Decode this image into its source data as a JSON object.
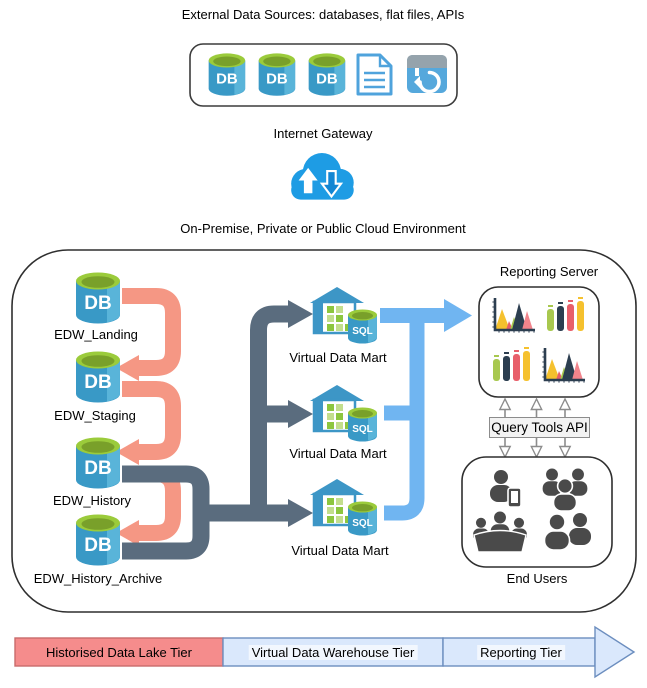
{
  "header": {
    "external_sources_title": "External Data Sources: databases, flat files, APIs",
    "gateway_label": "Internet Gateway",
    "environment_label": "On-Premise, Private or Public Cloud Environment"
  },
  "external_sources": {
    "db_icon_text": "DB"
  },
  "edw_databases": [
    {
      "label": "EDW_Landing",
      "icon_text": "DB"
    },
    {
      "label": "EDW_Staging",
      "icon_text": "DB"
    },
    {
      "label": "EDW_History",
      "icon_text": "DB"
    },
    {
      "label": "EDW_History_Archive",
      "icon_text": "DB"
    }
  ],
  "data_marts": [
    {
      "label": "Virtual Data Mart",
      "icon_text": "SQL"
    },
    {
      "label": "Virtual Data Mart",
      "icon_text": "SQL"
    },
    {
      "label": "Virtual Data Mart",
      "icon_text": "SQL"
    }
  ],
  "reporting": {
    "title": "Reporting Server"
  },
  "query_tools": {
    "label": "Query Tools API"
  },
  "end_users": {
    "label": "End Users"
  },
  "tiers": [
    {
      "label": "Historised Data Lake Tier"
    },
    {
      "label": "Virtual Data Warehouse Tier"
    },
    {
      "label": "Reporting Tier"
    }
  ],
  "colors": {
    "salmon_arrow": "#F59784",
    "slate_arrow": "#5A6C7E",
    "blue_arrow": "#70B5F1",
    "db_blue": "#3999C6",
    "db_blue_light": "#59B4D9",
    "db_green": "#9BCB3B",
    "cloud_blue": "#1E9CE4",
    "chart_navy": "#2C3E50",
    "chart_yellow": "#F5C12E",
    "chart_green": "#A8C84F",
    "chart_red": "#E85F6A",
    "tier_red_fill": "#F58C8C",
    "tier_red_stroke": "#C96B6B",
    "tier_blue_fill": "#DAE8FC",
    "tier_blue_stroke": "#6C8EBF"
  }
}
